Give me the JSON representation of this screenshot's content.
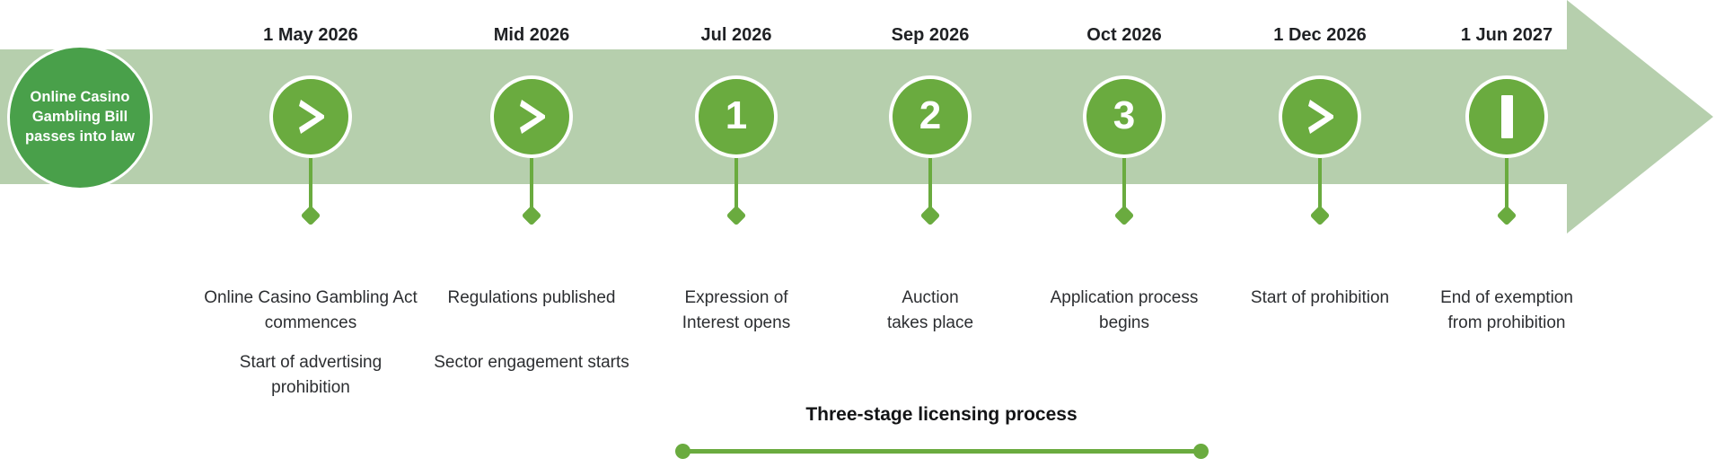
{
  "colors": {
    "band": "#b6cfad",
    "node": "#6aab3f",
    "deep": "#49a04a",
    "text": "#2c2e31"
  },
  "start": {
    "label": "Online Casino Gambling Bill passes into law",
    "icon": "start-circle-icon"
  },
  "milestones": [
    {
      "date": "1 May 2026",
      "icon": "chevron-right-icon",
      "glyph": "chevron",
      "caption": "Online Casino Gambling Act commences",
      "subcaption": "Start of advertising prohibition"
    },
    {
      "date": "Mid 2026",
      "icon": "chevron-right-icon",
      "glyph": "chevron",
      "caption": "Regulations published",
      "subcaption": "Sector engagement starts"
    },
    {
      "date": "Jul 2026",
      "icon": "number-one-icon",
      "glyph": "1",
      "caption": "Expression of Interest opens",
      "subcaption": ""
    },
    {
      "date": "Sep 2026",
      "icon": "number-two-icon",
      "glyph": "2",
      "caption": "Auction takes place",
      "subcaption": ""
    },
    {
      "date": "Oct 2026",
      "icon": "number-three-icon",
      "glyph": "3",
      "caption": "Application process begins",
      "subcaption": ""
    },
    {
      "date": "1 Dec 2026",
      "icon": "chevron-right-icon",
      "glyph": "chevron",
      "caption": "Start of prohibition",
      "subcaption": ""
    },
    {
      "date": "1 Jun 2027",
      "icon": "pause-bar-icon",
      "glyph": "bar",
      "caption": "End of exemption from prohibition",
      "subcaption": ""
    }
  ],
  "bracket": {
    "label": "Three-stage licensing process"
  }
}
